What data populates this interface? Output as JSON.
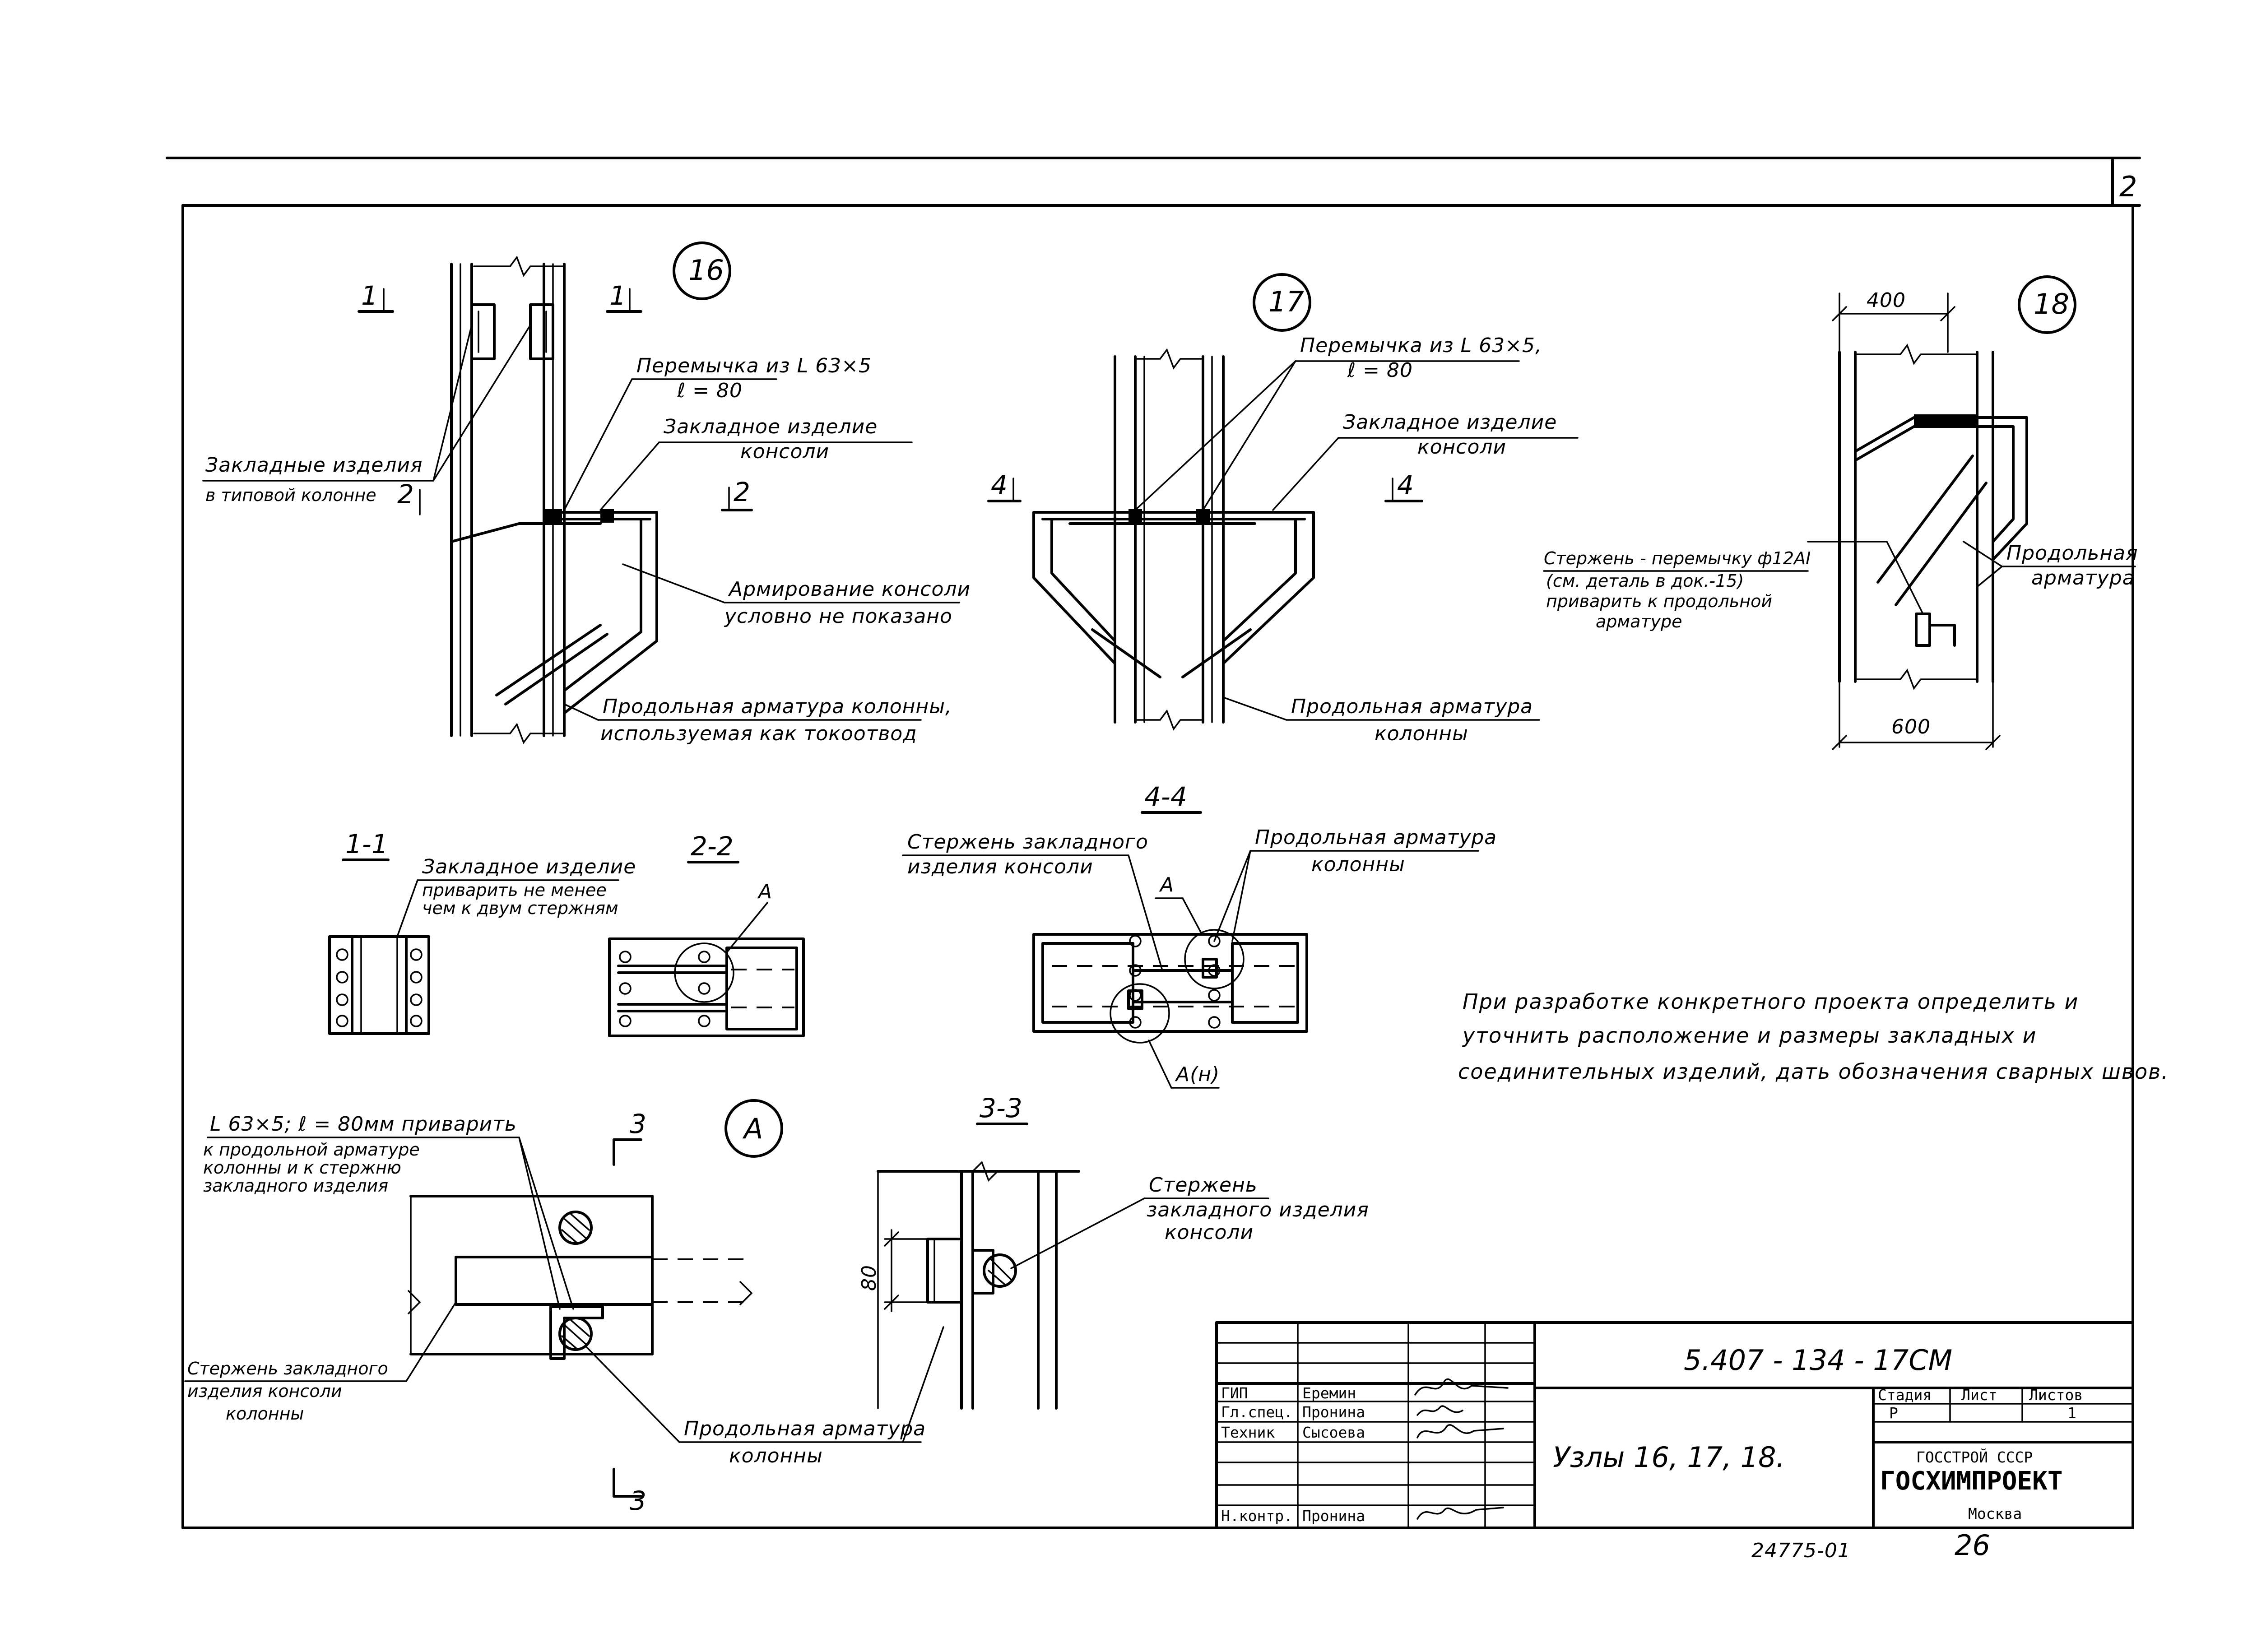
{
  "sheet": {
    "corner_number": "2"
  },
  "node16": {
    "id": "16",
    "cut_1": "1",
    "cut_2": "2",
    "lintel": [
      "Перемычка из L 63×5",
      "ℓ = 80"
    ],
    "embed_console": [
      "Закладное изделие",
      "консоли"
    ],
    "embeds_column": [
      "Закладные изделия",
      "в типовой колонне"
    ],
    "console_rebar": [
      "Армирование консоли",
      "условно не показано"
    ],
    "long_rebar": [
      "Продольная арматура колонны,",
      "используемая как токоотвод"
    ]
  },
  "node17": {
    "id": "17",
    "cut_4": "4",
    "lintel": [
      "Перемычка из L 63×5,",
      "ℓ = 80"
    ],
    "embed_console": [
      "Закладное изделие",
      "консоли"
    ],
    "long_rebar": [
      "Продольная арматура",
      "колонны"
    ]
  },
  "node18": {
    "id": "18",
    "dim_top": "400",
    "dim_bottom": "600",
    "rod": [
      "Стержень - перемычку ф12АI",
      "(см. деталь в док.-15)",
      "приварить к продольной",
      "арматуре"
    ],
    "long_rebar": [
      "Продольная",
      "арматура"
    ]
  },
  "section11": {
    "title": "1-1",
    "label": [
      "Закладное изделие",
      "приварить не менее",
      "чем к двум стержням"
    ]
  },
  "section22": {
    "title": "2-2",
    "callout": "А"
  },
  "section44": {
    "title": "4-4",
    "rod_embed": [
      "Стержень закладного",
      "изделия консоли"
    ],
    "long_rebar": [
      "Продольная арматура",
      "колонны"
    ],
    "callout_a": "А",
    "callout_ah": "А(н)"
  },
  "detailA": {
    "id": "А",
    "cut": "3",
    "angle": [
      "L 63×5; ℓ = 80мм приварить",
      "к продольной арматуре",
      "колонны и к стержню",
      "закладного изделия"
    ],
    "rod": [
      "Стержень закладного",
      "изделия консоли",
      "колонны"
    ],
    "long_rebar": [
      "Продольная арматура",
      "колонны"
    ]
  },
  "section33": {
    "title": "3-3",
    "dim": "80",
    "rod": [
      "Стержень",
      "закладного изделия",
      "консоли"
    ]
  },
  "note": [
    "При разработке конкретного проекта определить и",
    "уточнить расположение и размеры закладных и",
    "соединительных изделий, дать обозначения сварных швов."
  ],
  "title_block": {
    "code": "5.407 - 134 - 17СМ",
    "rows": [
      {
        "role": "ГИП",
        "name": "Еремин"
      },
      {
        "role": "Гл.спец.",
        "name": "Пронина"
      },
      {
        "role": "Техник",
        "name": "Сысоева"
      },
      {
        "role": "Н.контр.",
        "name": "Пронина"
      }
    ],
    "title": "Узлы 16, 17, 18.",
    "stage_label": "Стадия",
    "sheet_label": "Лист",
    "sheets_label": "Листов",
    "stage": "Р",
    "sheets": "1",
    "org1": "ГОССТРОЙ СССР",
    "org2": "ГОСХИМПРОЕКТ",
    "city": "Москва"
  },
  "footer": {
    "inventory": "24775-01",
    "page": "26"
  }
}
